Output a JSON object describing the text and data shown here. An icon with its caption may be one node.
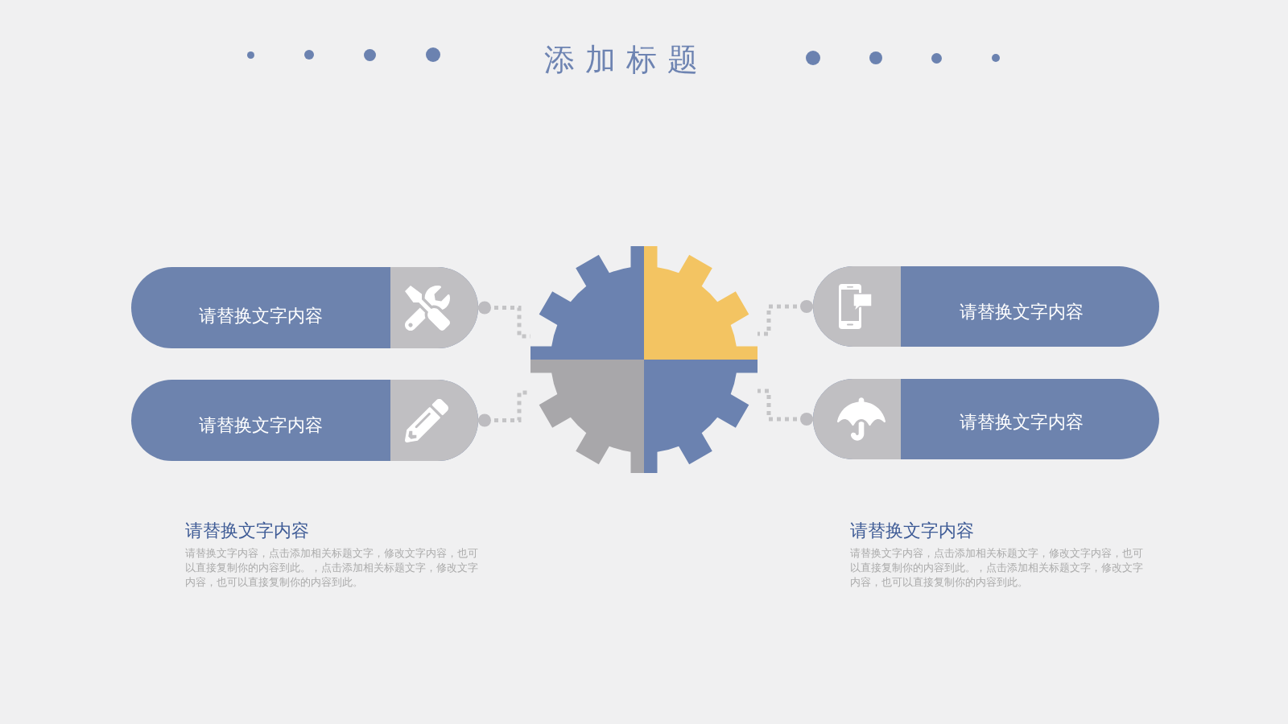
{
  "diagram": {
    "title": "添加标题",
    "nodes": [
      {
        "text": [
          "请替换文字内容"
        ]
      },
      {
        "text": [
          "请替换文字内容"
        ]
      },
      {
        "text": [],
        "shape": "gear"
      },
      {
        "text": [
          "请替换文字内容"
        ]
      },
      {
        "text": [
          "请替换文字内容"
        ]
      }
    ],
    "edges": [
      {
        "from": 0,
        "to": 2,
        "arrow": "other",
        "style": "dashed"
      },
      {
        "from": 1,
        "to": 2,
        "arrow": "other",
        "style": "dashed"
      },
      {
        "from": 3,
        "to": 2,
        "arrow": "other",
        "style": "dashed"
      },
      {
        "from": 4,
        "to": 2,
        "arrow": "other",
        "style": "dashed"
      }
    ],
    "labels": [
      "请替换文字内容",
      "请替换文字内容，点击添加相关标题文字，修改文字内容，也可以直接复制你的内容到此。，点击添加相关标题文字，修改文字内容，也可以直接复制你的内容到此。",
      "请替换文字内容",
      "请替换文字内容，点击添加相关标题文字，修改文字内容，也可以直接复制你的内容到此。，点击添加相关标题文字，修改文字内容，也可以直接复制你的内容到此。"
    ]
  }
}
